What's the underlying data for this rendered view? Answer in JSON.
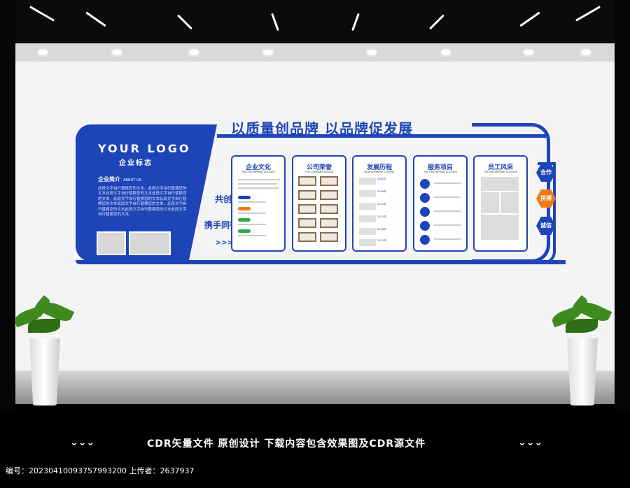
{
  "headline": "以质量创品牌  以品牌促发展",
  "logo": {
    "main": "YOUR  LOGO",
    "sub": "企业标志"
  },
  "intro": {
    "title": "企业简介",
    "title_en": "ABOUT US",
    "text": "此段文字自行替换您的文本，此段文字自行替换您的文本此段文字自行替换您的文本此段文字自行替换您的文本，此段文字自行替换您的文本此段文字自行替换您的文本此段文字自行替换您的文本，此段文字自行替换您的文本此段文字自行替换您的文本此段文字自行替换您的文本。"
  },
  "slogan": {
    "line1": "共创未来",
    "line2": "携手同行"
  },
  "panels": [
    {
      "title": "企业文化",
      "sub": "THE ENTERPRISE CULTURE"
    },
    {
      "title": "公司荣誉",
      "sub": "THE COMPANY HONOR"
    },
    {
      "title": "发展历程",
      "sub": "DEVELOPMENT COURSE"
    },
    {
      "title": "服务项目",
      "sub": "THE ENTERPRISE CULTURE"
    },
    {
      "title": "员工风采",
      "sub": "THE ENTERPRISE CULTURE"
    }
  ],
  "years": [
    "2005年",
    "2008年",
    "2012年",
    "2013年",
    "2018年",
    "2021年"
  ],
  "values": [
    {
      "label": "合作",
      "color": "#1e45b8"
    },
    {
      "label": "拼搏",
      "color": "#f07a14"
    },
    {
      "label": "诚信",
      "color": "#1e45b8"
    }
  ],
  "footer": {
    "tagline": "CDR矢量文件  原创设计  下载内容包含效果图及CDR源文件",
    "meta": "编号：20230410093757993200  上传者：2637937"
  }
}
